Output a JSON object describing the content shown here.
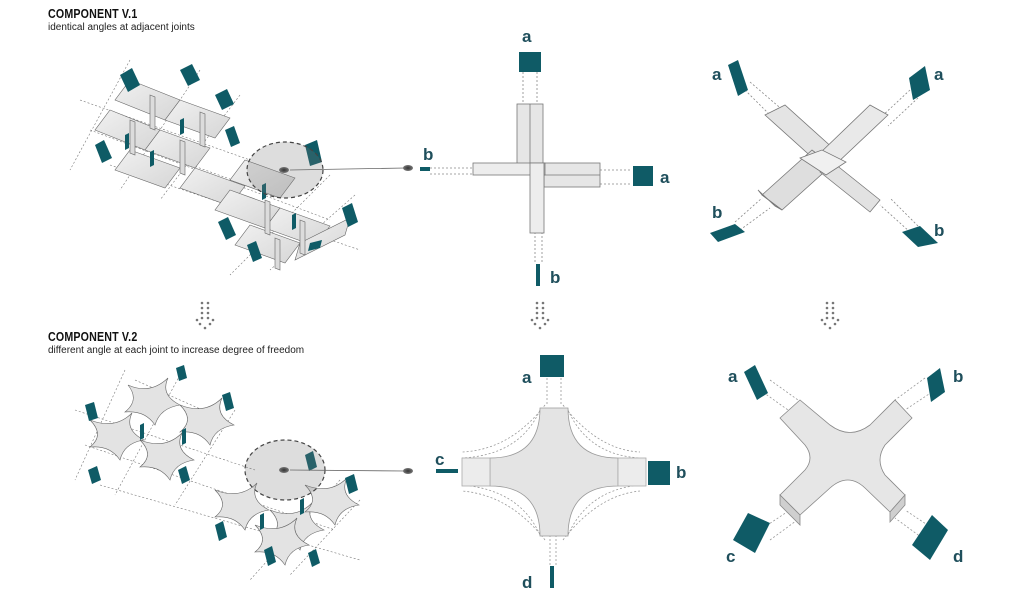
{
  "v1": {
    "title": "COMPONENT V.1",
    "subtitle": "identical angles at adjacent joints"
  },
  "v2": {
    "title": "COMPONENT V.2",
    "subtitle": "different angle at each joint to increase degree of freedom"
  },
  "labels": {
    "a": "a",
    "b": "b",
    "c": "c",
    "d": "d"
  },
  "colors": {
    "teal": "#0f5b66",
    "panel": "#e7e7e7",
    "panel_dark": "#cfcfcf",
    "stroke": "#555555",
    "label": "#1f4f5c"
  }
}
